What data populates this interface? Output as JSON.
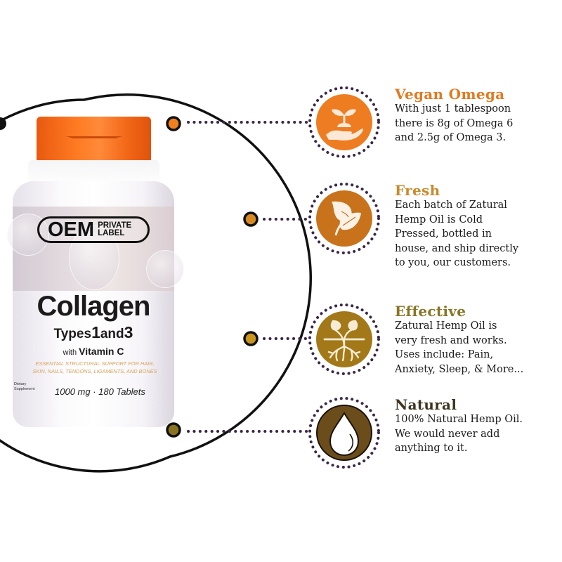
{
  "product": {
    "badge_big": "OEM",
    "badge_small_1": "PRIVATE",
    "badge_small_2": "LABEL",
    "name": "Collagen",
    "types_prefix": "Types",
    "types_num1": "1",
    "types_and": "and",
    "types_num2": "3",
    "vitamin_prefix": "with",
    "vitamin": "Vitamin C",
    "description_line1": "ESSENTIAL STRUCTURAL SUPPORT FOR HAIR,",
    "description_line2": "SKIN, NAILS, TENDONS, LIGAMENTS, AND BONES",
    "diet_line1": "Dietary",
    "diet_line2": "Supplement",
    "dose": "1000 mg · 180 Tablets",
    "cap_color": "#f26617"
  },
  "features": [
    {
      "icon": "hand-sprout-icon",
      "title": "Vegan Omega",
      "title_color": "#e07b22",
      "fill_color": "#ee7d22",
      "connector_color": "#f07f1e",
      "body": "With just 1 tablespoon\nthere is 8g of Omega 6\nand 2.5g of Omega 3."
    },
    {
      "icon": "leaf-icon",
      "title": "Fresh",
      "title_color": "#c98a2c",
      "fill_color": "#c8731c",
      "connector_color": "#d88a22",
      "body": "Each batch of Zatural\nHemp Oil is Cold\nPressed, bottled in\nhouse, and ship directly\nto you, our customers."
    },
    {
      "icon": "sprout-roots-icon",
      "title": "Effective",
      "title_color": "#8a7424",
      "fill_color": "#a37818",
      "connector_color": "#c8961c",
      "body": "Zatural Hemp Oil is\nvery fresh and works.\nUses include: Pain,\nAnxiety, Sleep, & More..."
    },
    {
      "icon": "oil-drop-icon",
      "title": "Natural",
      "title_color": "#3d3420",
      "fill_color": "#6b4d1c",
      "connector_color": "#8a7422",
      "body": "100% Natural Hemp Oil.\nWe would never add\nanything to it."
    }
  ],
  "colors": {
    "arc": "#111111",
    "dots": "#3a2746"
  }
}
